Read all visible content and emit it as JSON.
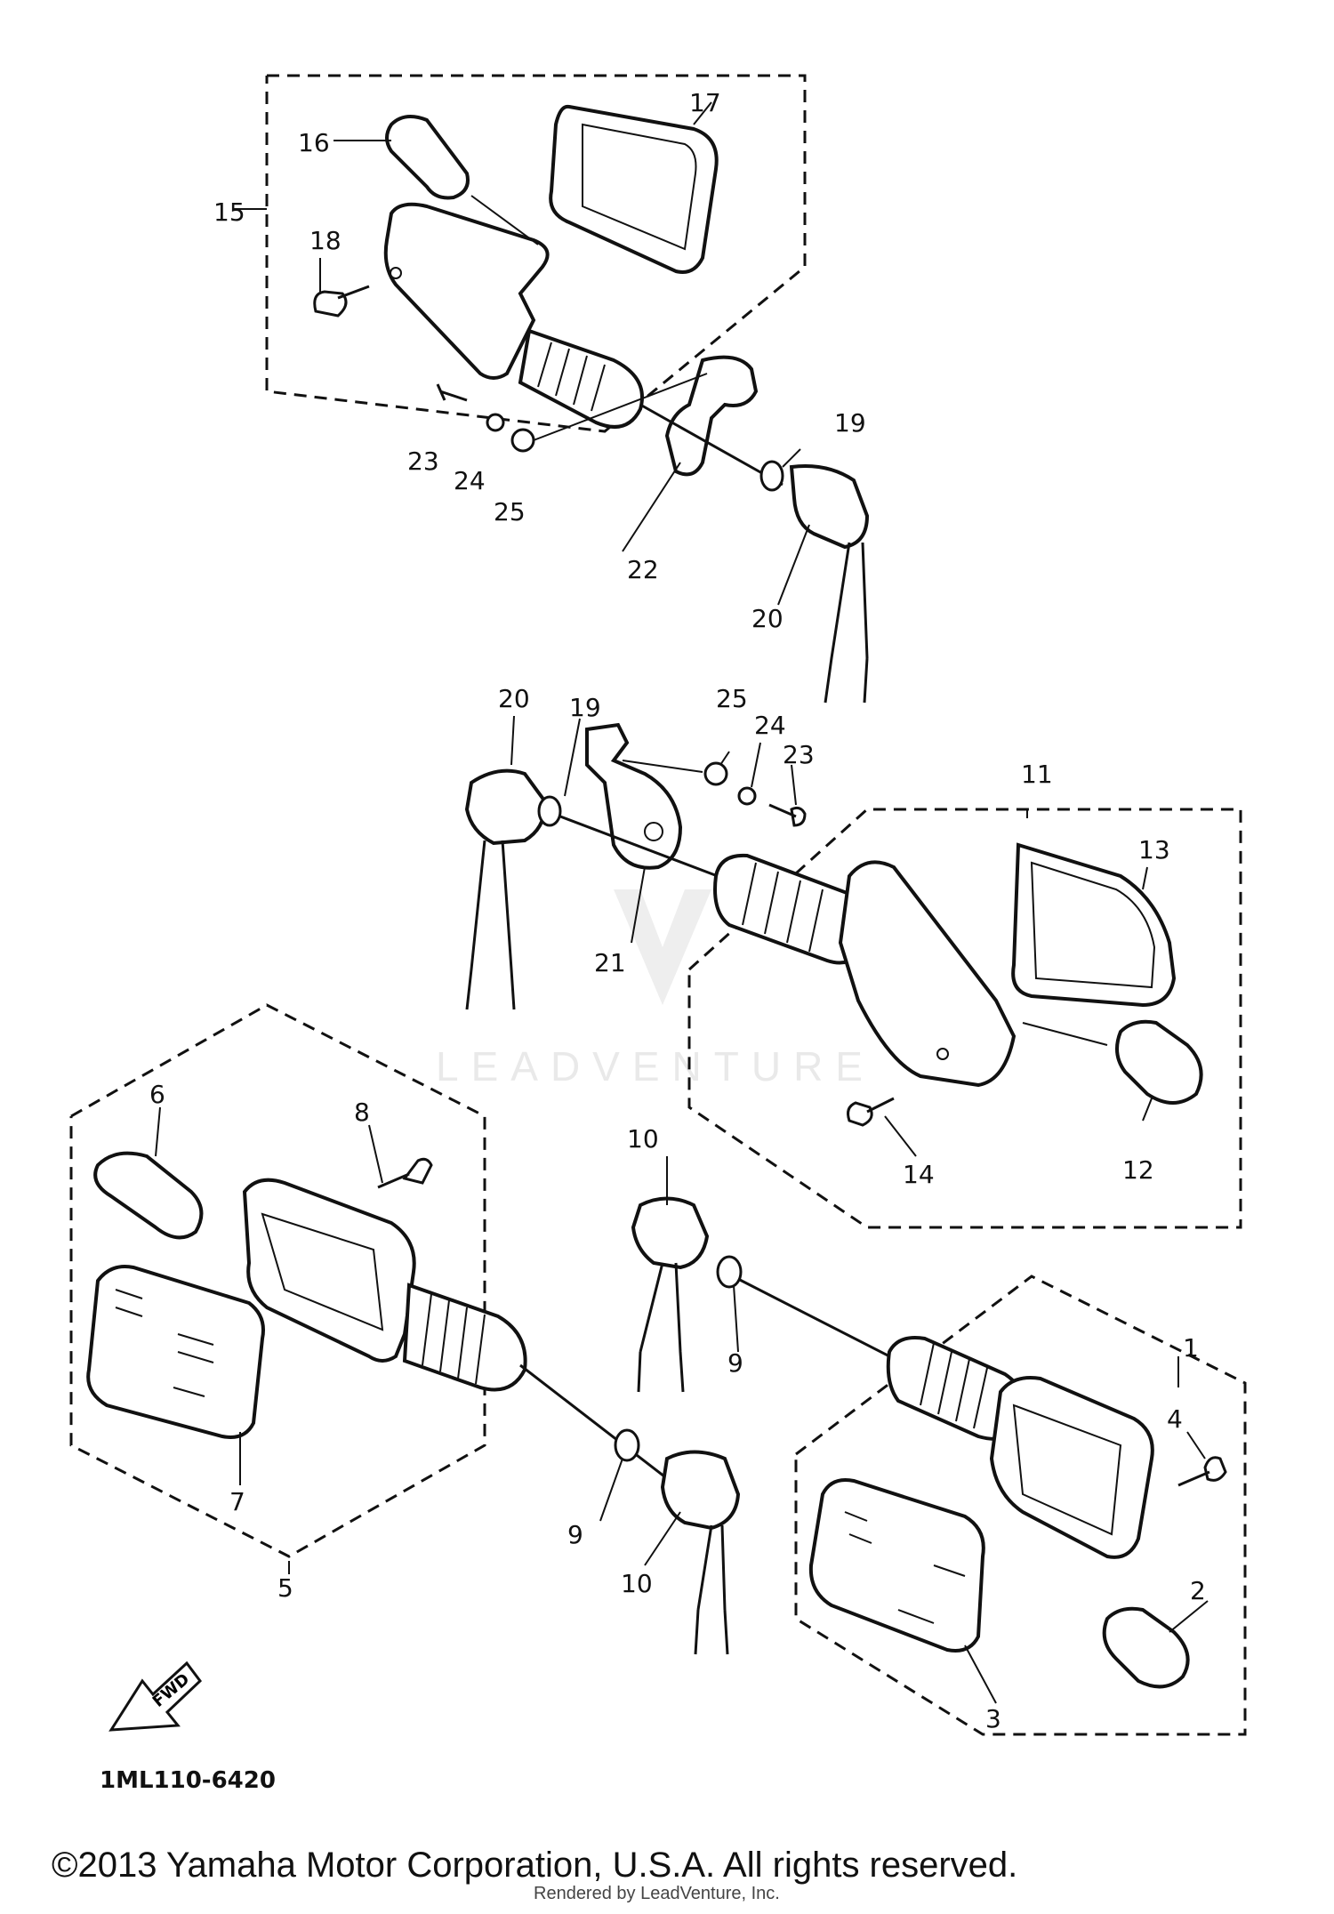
{
  "diagram": {
    "code": "1ML110-6420",
    "fwd_label": "FWD",
    "callouts": {
      "c1": "1",
      "c2": "2",
      "c3": "3",
      "c4": "4",
      "c5": "5",
      "c6": "6",
      "c7": "7",
      "c8": "8",
      "c9a": "9",
      "c9b": "9",
      "c10a": "10",
      "c10b": "10",
      "c11": "11",
      "c12": "12",
      "c13": "13",
      "c14": "14",
      "c15": "15",
      "c16": "16",
      "c17": "17",
      "c18": "18",
      "c19a": "19",
      "c19b": "19",
      "c20a": "20",
      "c20b": "20",
      "c21": "21",
      "c22": "22",
      "c23a": "23",
      "c23b": "23",
      "c24a": "24",
      "c24b": "24",
      "c25a": "25",
      "c25b": "25"
    }
  },
  "watermark": "LEADVENTURE",
  "footer": {
    "copyright": "©2013 Yamaha Motor Corporation, U.S.A. All rights reserved.",
    "rendered_by": "Rendered by LeadVenture, Inc."
  }
}
